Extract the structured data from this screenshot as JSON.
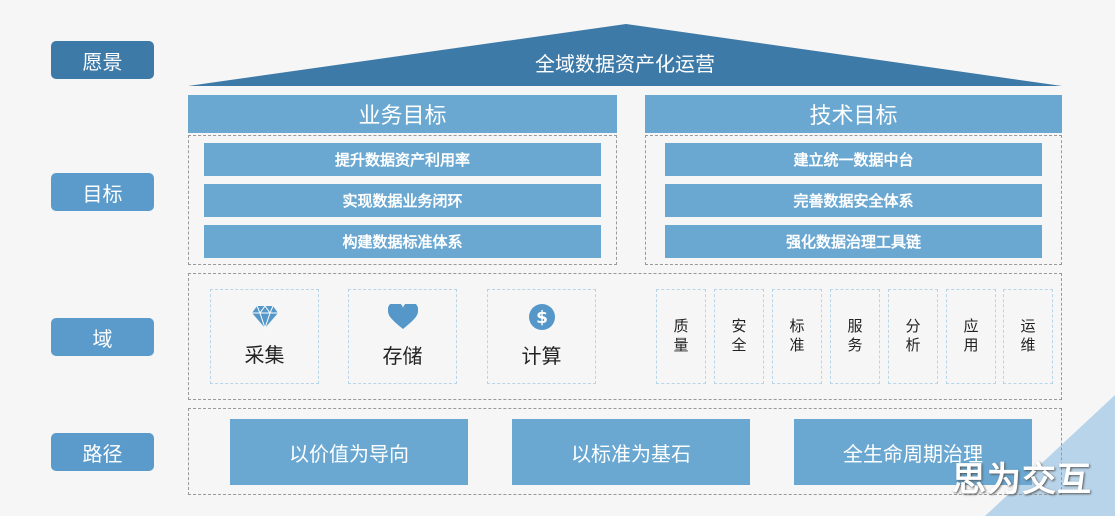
{
  "rows": {
    "vision": "愿景",
    "goals": "目标",
    "domain": "域",
    "path": "路径"
  },
  "vision_title": "全域数据资产化运营",
  "business": {
    "title": "业务目标",
    "items": [
      "提升数据资产利用率",
      "实现数据业务闭环",
      "构建数据标准体系"
    ]
  },
  "tech": {
    "title": "技术目标",
    "items": [
      "建立统一数据中台",
      "完善数据安全体系",
      "强化数据治理工具链"
    ]
  },
  "domain_cards": [
    {
      "label": "采集",
      "icon": "diamond-icon"
    },
    {
      "label": "存储",
      "icon": "heart-icon"
    },
    {
      "label": "计算",
      "icon": "dollar-icon"
    }
  ],
  "domain_small": [
    "质量",
    "安全",
    "标准",
    "服务",
    "分析",
    "应用",
    "运维"
  ],
  "paths": [
    "以价值为导向",
    "以标准为基石",
    "全生命周期治理"
  ],
  "watermark": "思为交互",
  "colors": {
    "dark": "#3d7aa8",
    "label": "#5b9bcb",
    "bar": "#6aa8d2",
    "icon": "#5597c8"
  }
}
